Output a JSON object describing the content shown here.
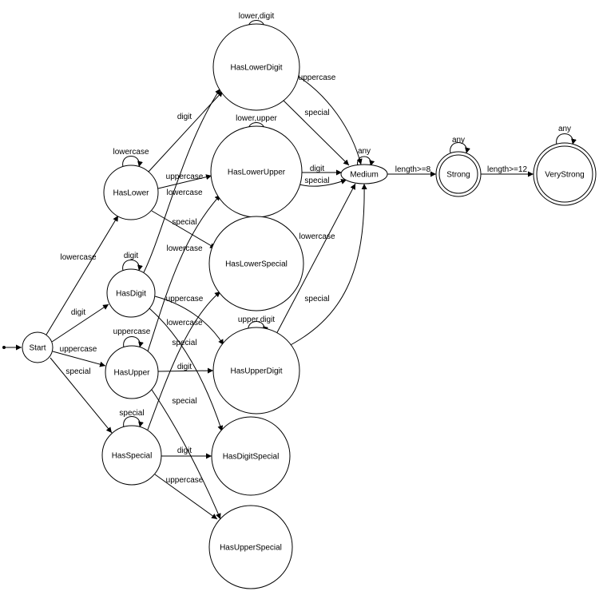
{
  "diagram": {
    "type": "state-machine",
    "initial_state": "Start",
    "states": [
      {
        "id": "Start",
        "label": "Start",
        "accepting": false
      },
      {
        "id": "HasLower",
        "label": "HasLower",
        "accepting": false
      },
      {
        "id": "HasDigit",
        "label": "HasDigit",
        "accepting": false
      },
      {
        "id": "HasUpper",
        "label": "HasUpper",
        "accepting": false
      },
      {
        "id": "HasSpecial",
        "label": "HasSpecial",
        "accepting": false
      },
      {
        "id": "HasLowerDigit",
        "label": "HasLowerDigit",
        "accepting": false
      },
      {
        "id": "HasLowerUpper",
        "label": "HasLowerUpper",
        "accepting": false
      },
      {
        "id": "HasLowerSpecial",
        "label": "HasLowerSpecial",
        "accepting": false
      },
      {
        "id": "HasUpperDigit",
        "label": "HasUpperDigit",
        "accepting": false
      },
      {
        "id": "HasDigitSpecial",
        "label": "HasDigitSpecial",
        "accepting": false
      },
      {
        "id": "HasUpperSpecial",
        "label": "HasUpperSpecial",
        "accepting": false
      },
      {
        "id": "Medium",
        "label": "Medium",
        "accepting": false
      },
      {
        "id": "Strong",
        "label": "Strong",
        "accepting": true
      },
      {
        "id": "VeryStrong",
        "label": "VeryStrong",
        "accepting": true
      }
    ],
    "transitions": [
      {
        "from": "Start",
        "to": "HasLower",
        "label": "lowercase"
      },
      {
        "from": "Start",
        "to": "HasDigit",
        "label": "digit"
      },
      {
        "from": "Start",
        "to": "HasUpper",
        "label": "uppercase"
      },
      {
        "from": "Start",
        "to": "HasSpecial",
        "label": "special"
      },
      {
        "from": "HasLower",
        "to": "HasLower",
        "label": "lowercase"
      },
      {
        "from": "HasLower",
        "to": "HasLowerDigit",
        "label": "digit"
      },
      {
        "from": "HasLower",
        "to": "HasLowerUpper",
        "label": "uppercase"
      },
      {
        "from": "HasLower",
        "to": "HasLowerSpecial",
        "label": "special"
      },
      {
        "from": "HasDigit",
        "to": "HasDigit",
        "label": "digit"
      },
      {
        "from": "HasDigit",
        "to": "HasLowerDigit",
        "label": "lowercase"
      },
      {
        "from": "HasDigit",
        "to": "HasUpperDigit",
        "label": "uppercase"
      },
      {
        "from": "HasDigit",
        "to": "HasDigitSpecial",
        "label": "special"
      },
      {
        "from": "HasUpper",
        "to": "HasUpper",
        "label": "uppercase"
      },
      {
        "from": "HasUpper",
        "to": "HasLowerUpper",
        "label": "lowercase"
      },
      {
        "from": "HasUpper",
        "to": "HasUpperDigit",
        "label": "digit"
      },
      {
        "from": "HasUpper",
        "to": "HasUpperSpecial",
        "label": "special"
      },
      {
        "from": "HasSpecial",
        "to": "HasSpecial",
        "label": "special"
      },
      {
        "from": "HasSpecial",
        "to": "HasLowerSpecial",
        "label": "lowercase"
      },
      {
        "from": "HasSpecial",
        "to": "HasDigitSpecial",
        "label": "digit"
      },
      {
        "from": "HasSpecial",
        "to": "HasUpperSpecial",
        "label": "uppercase"
      },
      {
        "from": "HasLowerDigit",
        "to": "HasLowerDigit",
        "label": "lower,digit"
      },
      {
        "from": "HasLowerDigit",
        "to": "Medium",
        "label": "uppercase"
      },
      {
        "from": "HasLowerDigit",
        "to": "Medium",
        "label": "special"
      },
      {
        "from": "HasLowerUpper",
        "to": "HasLowerUpper",
        "label": "lower,upper"
      },
      {
        "from": "HasLowerUpper",
        "to": "Medium",
        "label": "digit"
      },
      {
        "from": "HasLowerUpper",
        "to": "Medium",
        "label": "special"
      },
      {
        "from": "HasUpperDigit",
        "to": "HasUpperDigit",
        "label": "upper,digit"
      },
      {
        "from": "HasUpperDigit",
        "to": "Medium",
        "label": "lowercase"
      },
      {
        "from": "HasUpperDigit",
        "to": "Medium",
        "label": "special"
      },
      {
        "from": "Medium",
        "to": "Medium",
        "label": "any"
      },
      {
        "from": "Medium",
        "to": "Strong",
        "label": "length>=8"
      },
      {
        "from": "Strong",
        "to": "Strong",
        "label": "any"
      },
      {
        "from": "Strong",
        "to": "VeryStrong",
        "label": "length>=12"
      },
      {
        "from": "VeryStrong",
        "to": "VeryStrong",
        "label": "any"
      }
    ]
  }
}
